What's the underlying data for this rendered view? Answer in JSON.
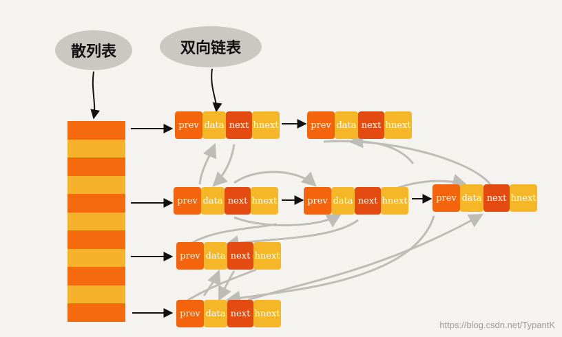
{
  "labels": {
    "hash_table": "散列表",
    "doubly_linked_list": "双向链表"
  },
  "hash_slots": [
    "#f56a0c",
    "#f5b22a",
    "#f56a0c",
    "#f5b22a",
    "#f56a0c",
    "#f5b22a",
    "#f56a0c",
    "#f5b22a",
    "#f56a0c",
    "#f5b22a",
    "#f56a0c"
  ],
  "node_fields": {
    "prev": "prev",
    "data": "data",
    "next": "next",
    "hnext": "hnext"
  },
  "watermark": "https://blog.csdn.net/TypantK",
  "colors": {
    "orange": "#f4640d",
    "yellow": "#f5b727",
    "dark_orange": "#e34b10",
    "background": "#f4f3ef",
    "arrow_gray": "#c9c8c2"
  }
}
